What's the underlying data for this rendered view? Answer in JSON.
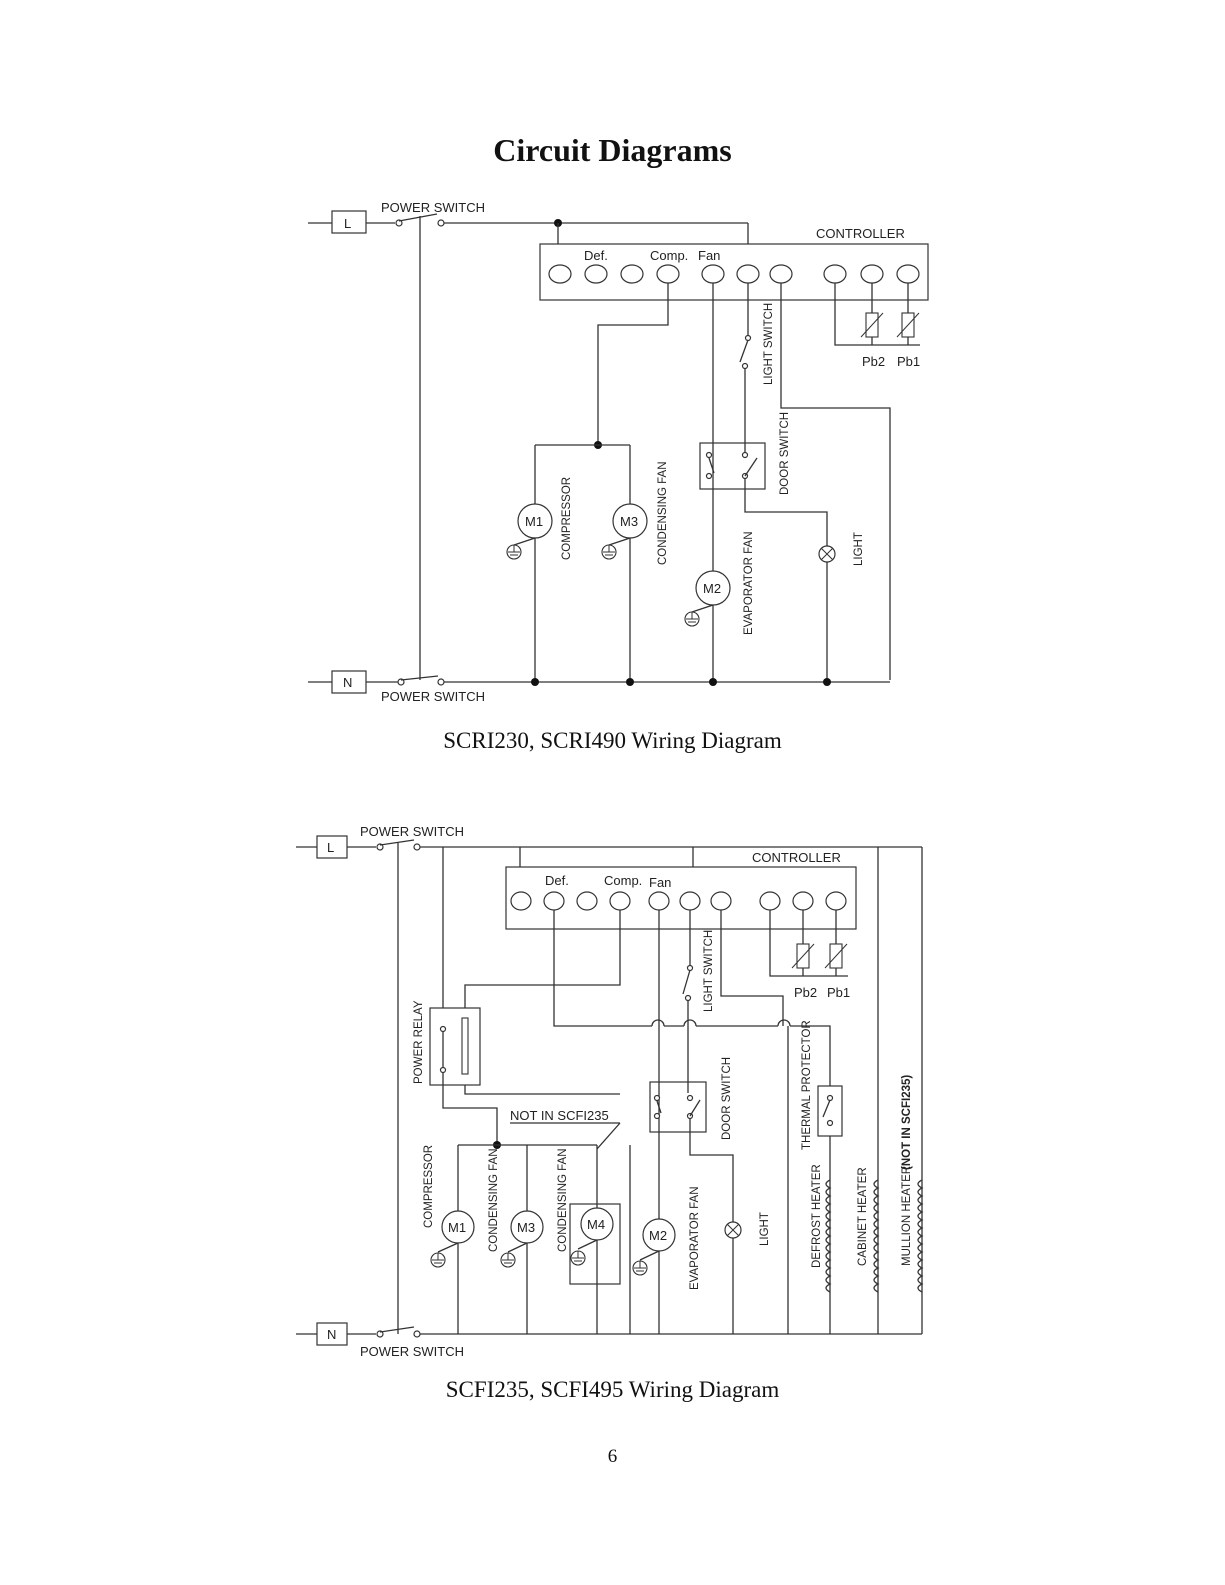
{
  "page": {
    "title": "Circuit Diagrams",
    "page_number": "6"
  },
  "diagram1": {
    "caption": "SCRI230, SCRI490 Wiring Diagram",
    "line_label": "L",
    "neutral_label": "N",
    "power_switch_top": "POWER SWITCH",
    "power_switch_bottom": "POWER SWITCH",
    "controller_label": "CONTROLLER",
    "def_label": "Def.",
    "comp_label": "Comp.",
    "fan_label": "Fan",
    "probe2_label": "Pb2",
    "probe1_label": "Pb1",
    "light_switch_label": "LIGHT SWITCH",
    "door_switch_label": "DOOR SWITCH",
    "compressor_label": "COMPRESSOR",
    "condensing_fan_label": "CONDENSING FAN",
    "evaporator_fan_label": "EVAPORATOR FAN",
    "light_label": "LIGHT",
    "m1": "M1",
    "m2": "M2",
    "m3": "M3"
  },
  "diagram2": {
    "caption": "SCFI235, SCFI495 Wiring Diagram",
    "line_label": "L",
    "neutral_label": "N",
    "power_switch_top": "POWER SWITCH",
    "power_switch_bottom": "POWER SWITCH",
    "controller_label": "CONTROLLER",
    "def_label": "Def.",
    "comp_label": "Comp.",
    "fan_label": "Fan",
    "probe2_label": "Pb2",
    "probe1_label": "Pb1",
    "light_switch_label": "LIGHT SWITCH",
    "door_switch_label": "DOOR SWITCH",
    "power_relay_label": "POWER RELAY",
    "not_in_label": "NOT IN SCFI235",
    "compressor_label": "COMPRESSOR",
    "condensing_fan_label_1": "CONDENSING FAN",
    "condensing_fan_label_2": "CONDENSING FAN",
    "evaporator_fan_label": "EVAPORATOR FAN",
    "light_label": "LIGHT",
    "thermal_protector_label": "THERMAL PROTECTOR",
    "defrost_heater_label": "DEFROST HEATER",
    "cabinet_heater_label": "CABINET HEATER",
    "mullion_heater_label": "MULLION HEATER",
    "mullion_note": "(NOT IN SCFI235)",
    "m1": "M1",
    "m2": "M2",
    "m3": "M3",
    "m4": "M4"
  }
}
